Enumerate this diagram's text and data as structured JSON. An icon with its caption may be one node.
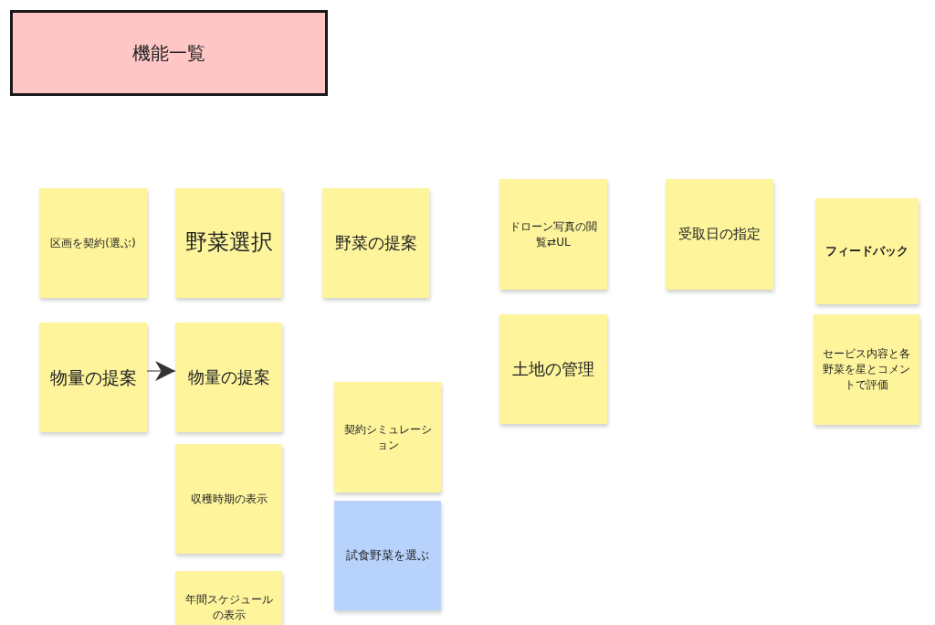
{
  "diagram": {
    "nodes": [
      {
        "text": [
          "機能一覧"
        ]
      },
      {
        "text": [
          "区画を契約(選ぶ)"
        ]
      },
      {
        "text": [
          "野菜選択"
        ]
      },
      {
        "text": [
          "野菜の提案"
        ]
      },
      {
        "text": [
          "ドローン写真の閲覧⇄UL"
        ]
      },
      {
        "text": [
          "受取日の指定"
        ]
      },
      {
        "text": [
          "フィードバック"
        ]
      },
      {
        "text": [
          "物量の提案"
        ]
      },
      {
        "text": [
          "物量の提案"
        ]
      },
      {
        "text": [
          "土地の管理"
        ]
      },
      {
        "text": [
          "セービス内容と各野菜を星とコメントで評価"
        ]
      },
      {
        "text": [
          "契約シミュレーション"
        ]
      },
      {
        "text": [
          "収穫時期の表示"
        ]
      },
      {
        "text": [
          "試食野菜を選ぶ"
        ]
      },
      {
        "text": [
          "年間スケジュールの表示"
        ]
      }
    ],
    "edges": [
      {
        "from": 7,
        "to": 8,
        "arrow": "to"
      }
    ]
  }
}
